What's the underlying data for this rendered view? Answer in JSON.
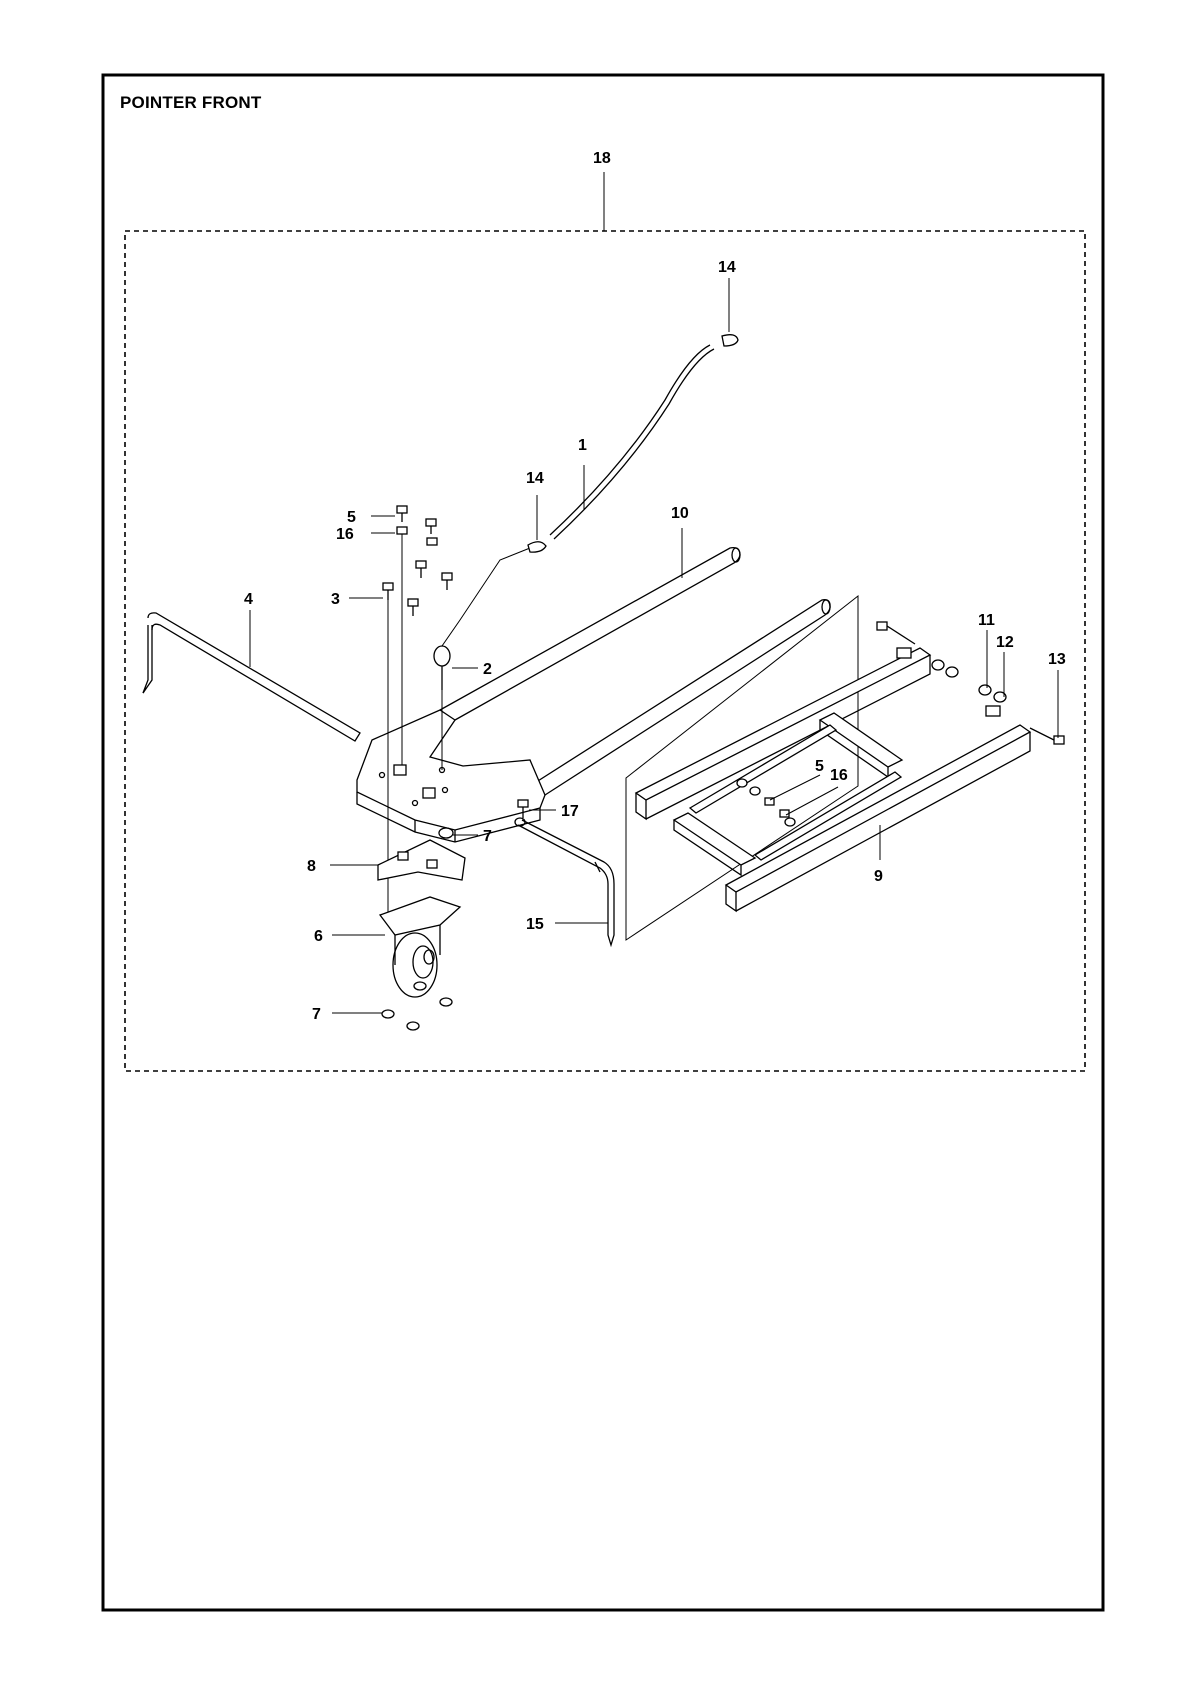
{
  "title": "POINTER FRONT",
  "colors": {
    "line": "#000000",
    "background": "#ffffff"
  },
  "callouts": {
    "c1": "1",
    "c2": "2",
    "c3": "3",
    "c4": "4",
    "c5a": "5",
    "c5b": "5",
    "c6": "6",
    "c7a": "7",
    "c7b": "7",
    "c8": "8",
    "c9": "9",
    "c10": "10",
    "c11": "11",
    "c12": "12",
    "c13": "13",
    "c14a": "14",
    "c14b": "14",
    "c15": "15",
    "c16a": "16",
    "c16b": "16",
    "c17": "17",
    "c18": "18"
  }
}
